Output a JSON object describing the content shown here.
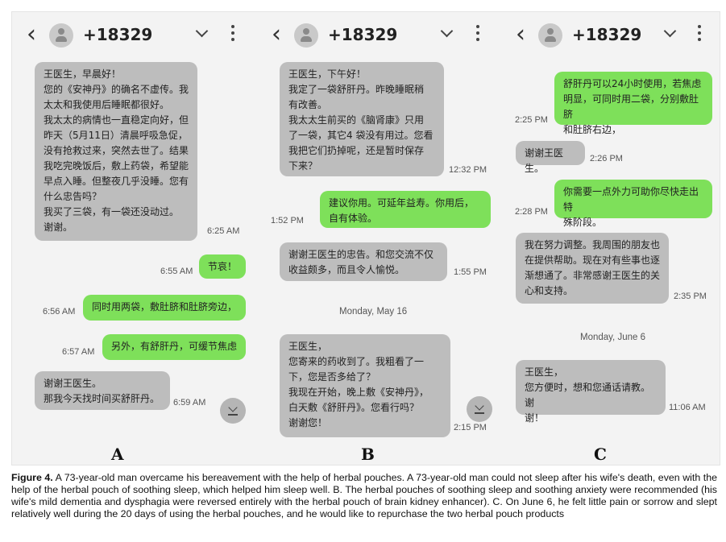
{
  "panels": {
    "a": {
      "label": "A",
      "contact": "+18329",
      "messages": [
        {
          "text": "王医生，早晨好！\n您的《安神丹》的确名不虚传。我\n太太和我使用后睡眠都很好。\n我太太的病情也一直稳定向好，但\n昨天（5月11日）清晨呼吸急促，\n没有抢救过来，突然去世了。结果\n我吃完晚饭后，敷上药袋，希望能\n早点入睡。但整夜几乎没睡。您有\n什么忠告吗？\n我买了三袋，有一袋还没动过。\n谢谢。",
          "time": "6:25 AM"
        },
        {
          "text": "节哀！",
          "time": "6:55 AM"
        },
        {
          "text": "同时用两袋，敷肚脐和肚脐旁边，",
          "time": "6:56 AM"
        },
        {
          "text": "另外，有舒肝丹，可缓节焦虑",
          "time": "6:57 AM"
        },
        {
          "text": "谢谢王医生。\n那我今天找时间买舒肝丹。",
          "time": "6:59 AM"
        }
      ]
    },
    "b": {
      "label": "B",
      "contact": "+18329",
      "day_separator": "Monday, May 16",
      "messages": [
        {
          "text": "王医生，下午好！\n我定了一袋舒肝丹。昨晚睡眠稍\n有改善。\n我太太生前买的《脑肾康》只用\n了一袋，其它4 袋没有用过。您看\n我把它们扔掉呢，还是暂时保存\n下来？",
          "time": "12:32 PM"
        },
        {
          "text": "建议你用。可延年益寿。你用后，\n自有体验。",
          "time": "1:52 PM"
        },
        {
          "text": "谢谢王医生的忠告。和您交流不仅\n收益颇多，而且令人愉悦。",
          "time": "1:55 PM"
        },
        {
          "text": "王医生，\n您寄来的药收到了。我粗看了一\n下，您是否多给了？\n我现在开始，晚上敷《安神丹》，\n白天敷《舒肝丹》。您看行吗？\n谢谢您！",
          "time": "2:15 PM"
        }
      ]
    },
    "c": {
      "label": "C",
      "contact": "+18329",
      "day_separator": "Monday, June 6",
      "messages": [
        {
          "text": "舒肝丹可以24小时使用，若焦虑\n明显，可同时用二袋，分别敷肚脐\n和肚脐右边，",
          "time": "2:25 PM"
        },
        {
          "text": "谢谢王医生。",
          "time": "2:26 PM"
        },
        {
          "text": "你需要一点外力可助你尽快走出特\n殊阶段。",
          "time": "2:28 PM"
        },
        {
          "text": "我在努力调整。我周围的朋友也\n在提供帮助。现在对有些事也逐\n渐想通了。非常感谢王医生的关\n心和支持。",
          "time": "2:35 PM"
        },
        {
          "text": "王医生，\n您方便时，想和您通话请教。谢\n谢！",
          "time": "11:06 AM"
        }
      ]
    }
  },
  "caption": {
    "label": "Figure 4.",
    "text": " A 73-year-old man overcame his bereavement with the help of herbal pouches. A 73-year-old man could not sleep after his wife's death, even with the help of the herbal pouch of soothing sleep, which helped him sleep well. B. The herbal pouches of soothing sleep and soothing anxiety were recommended (his wife's mild dementia and dysphagia were reversed entirely with the herbal pouch of brain kidney enhancer). C. On June 6, he felt little pain or sorrow and slept relatively well during the 20 days of using the herbal pouches, and he would like to repurchase the two herbal pouch products"
  }
}
